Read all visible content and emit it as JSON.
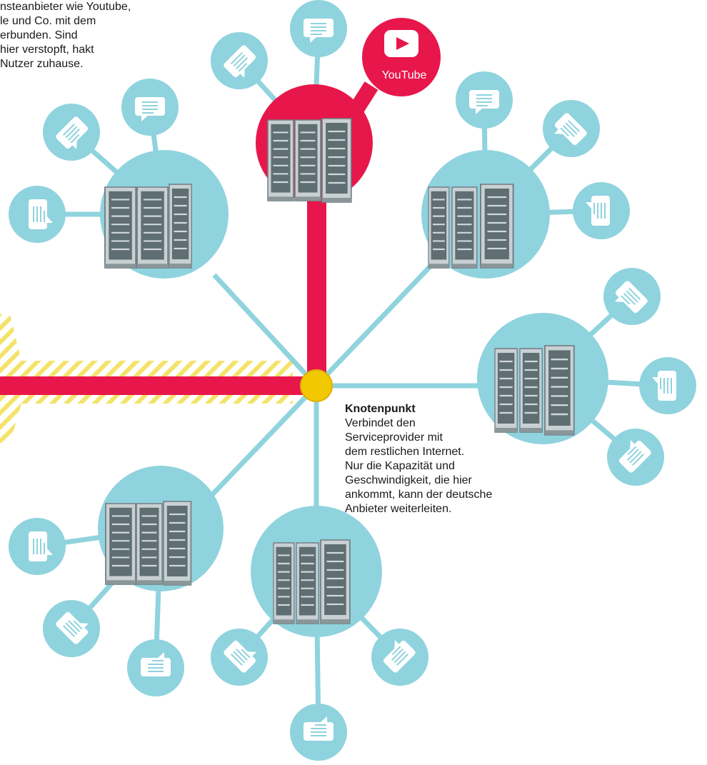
{
  "colors": {
    "node": "#8fd3de",
    "node_line": "#8fd3de",
    "highlight": "#e8174b",
    "hub": "#f2c800",
    "hatch": "#f4e36a",
    "bubble_lines": "#ffffff"
  },
  "intro": {
    "lines": [
      "nsteanbieter wie Youtube,",
      "le und Co. mit dem",
      "erbunden. Sind",
      "hier verstopft, hakt",
      "Nutzer zuhause."
    ]
  },
  "youtube": {
    "label": "YouTube",
    "icon": "play-icon"
  },
  "knotenpunkt": {
    "title": "Knotenpunkt",
    "lines": [
      "Verbindet den",
      "Serviceprovider mit",
      "dem restlichen Internet.",
      "Nur die Kapazität und",
      "Geschwindigkeit, die hier",
      "ankommt, kann der deutsche",
      "Anbieter weiterleiten."
    ]
  },
  "icons": {
    "server": "server-rack-icon",
    "bubble": "speech-bubble-icon"
  }
}
